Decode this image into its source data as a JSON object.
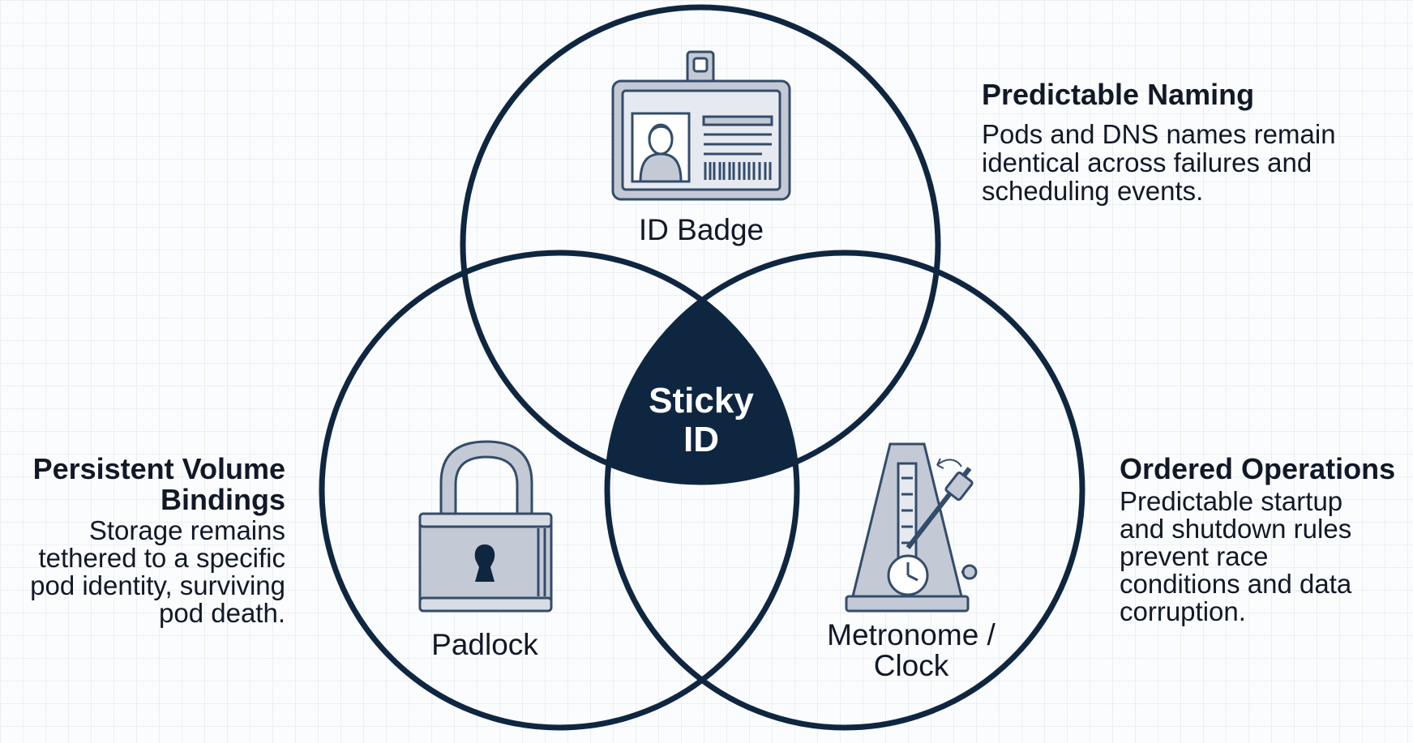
{
  "colors": {
    "stroke": "#0f2641",
    "center_fill": "#0f2641",
    "icon_fill": "#c3cad5",
    "icon_stroke": "#344c6b",
    "text": "#111827"
  },
  "center": {
    "line1": "Sticky",
    "line2": "ID"
  },
  "circles": {
    "top": {
      "label": "ID Badge",
      "icon": "id-badge-icon"
    },
    "left": {
      "label": "Padlock",
      "icon": "padlock-icon"
    },
    "right": {
      "label_line1": "Metronome /",
      "label_line2": "Clock",
      "icon": "metronome-icon"
    }
  },
  "annotations": {
    "naming": {
      "title": "Predictable Naming",
      "body": [
        "Pods and DNS names remain",
        "identical across failures and",
        "scheduling events."
      ]
    },
    "ordered": {
      "title": "Ordered Operations",
      "body": [
        "Predictable startup",
        "and shutdown rules",
        "prevent race",
        "conditions and data",
        "corruption."
      ]
    },
    "persistent": {
      "title": [
        "Persistent Volume",
        "Bindings"
      ],
      "body": [
        "Storage remains",
        "tethered to a specific",
        "pod identity, surviving",
        "pod death."
      ]
    }
  }
}
